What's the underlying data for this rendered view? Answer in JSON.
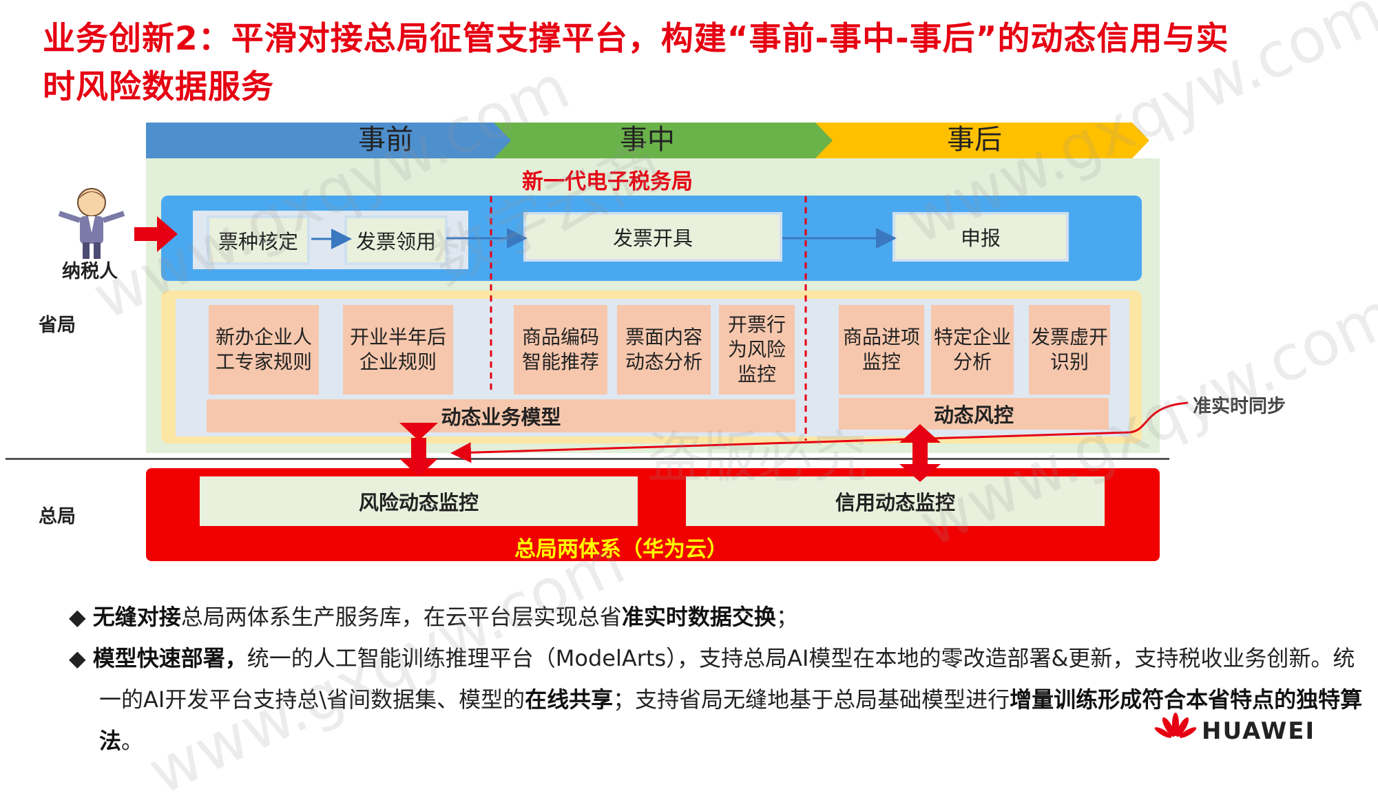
{
  "title": {
    "line1": "业务创新2：平滑对接总局征管支撑平台，构建“事前-事中-事后”的动态信用与实",
    "line2": "时风险数据服务"
  },
  "phases": [
    "事前",
    "事中",
    "事后"
  ],
  "main_platform": "新一代电子税务局",
  "taxpayer_label": "纳税人",
  "side_labels": {
    "province": "省局",
    "national": "总局"
  },
  "process": [
    "票种核定",
    "发票领用",
    "发票开具",
    "申报"
  ],
  "rules_pre": [
    "新办企业人工专家规则",
    "开业半年后企业规则"
  ],
  "rules_mid": [
    "商品编码智能推荐",
    "票面内容动态分析",
    "开票行为风险监控"
  ],
  "rules_post": [
    "商品进项监控",
    "特定企业分析",
    "发票虚开识别"
  ],
  "models": {
    "business": "动态业务模型",
    "risk": "动态风控"
  },
  "sync_label": "准实时同步",
  "national": {
    "risk_monitor": "风险动态监控",
    "credit_monitor": "信用动态监控",
    "system_label": "总局两体系（华为云）"
  },
  "bullets": {
    "b1": {
      "bold1": "无缝对接",
      "text1": "总局两体系生产服务库，在云平台层实现总省",
      "bold2": "准实时数据交换",
      "text2": "；"
    },
    "b2": {
      "bold1": "模型快速部署，",
      "text1": "统一的人工智能训练推理平台（ModelArts），支持总局AI模型在本地的零改造部署&更新，支持税收业务创新。统一的AI开发平台支持总\\省间数据集、模型的",
      "bold2": "在线共享",
      "text2": "；支持省局无缝地基于总局基础模型进行",
      "bold3": "增量训练形成符合本省特点的独特算法",
      "text3": "。"
    }
  },
  "logo": "HUAWEI",
  "watermark": [
    "数字云商",
    "www.gxqyw.com",
    "盗版必究"
  ],
  "colors": {
    "title": "#e60012",
    "phase_pre": "#4e8fce",
    "phase_mid": "#6ab34a",
    "phase_post": "#ffc000",
    "outer_bg": "#e2efd9",
    "process_bg": "#4aa8f0",
    "rule_bg": "#f6c7ad",
    "national_bg": "#f00000"
  }
}
